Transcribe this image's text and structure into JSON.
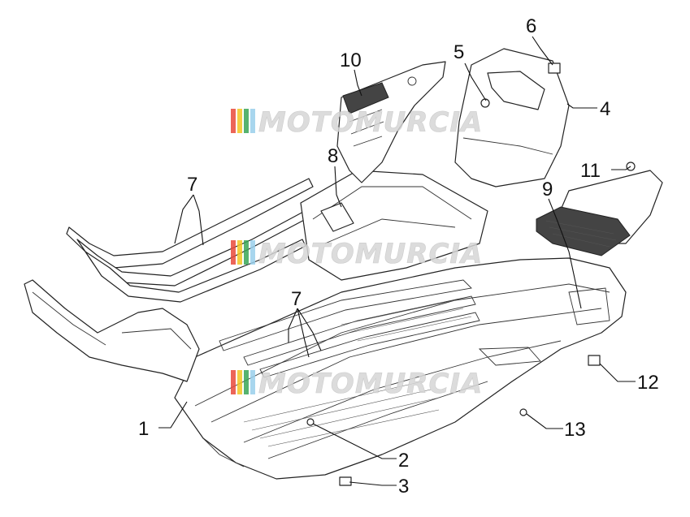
{
  "watermark": {
    "text": "MOTOMURCIA",
    "stripe_colors": [
      "#e94b3c",
      "#f3c623",
      "#3aa657",
      "#9ad0ec"
    ]
  },
  "callouts": [
    {
      "id": "1",
      "label": "1"
    },
    {
      "id": "2",
      "label": "2"
    },
    {
      "id": "3",
      "label": "3"
    },
    {
      "id": "4",
      "label": "4"
    },
    {
      "id": "5",
      "label": "5"
    },
    {
      "id": "6",
      "label": "6"
    },
    {
      "id": "7a",
      "label": "7"
    },
    {
      "id": "7b",
      "label": "7"
    },
    {
      "id": "8",
      "label": "8"
    },
    {
      "id": "9",
      "label": "9"
    },
    {
      "id": "10",
      "label": "10"
    },
    {
      "id": "11",
      "label": "11"
    },
    {
      "id": "12",
      "label": "12"
    },
    {
      "id": "13",
      "label": "13"
    }
  ]
}
